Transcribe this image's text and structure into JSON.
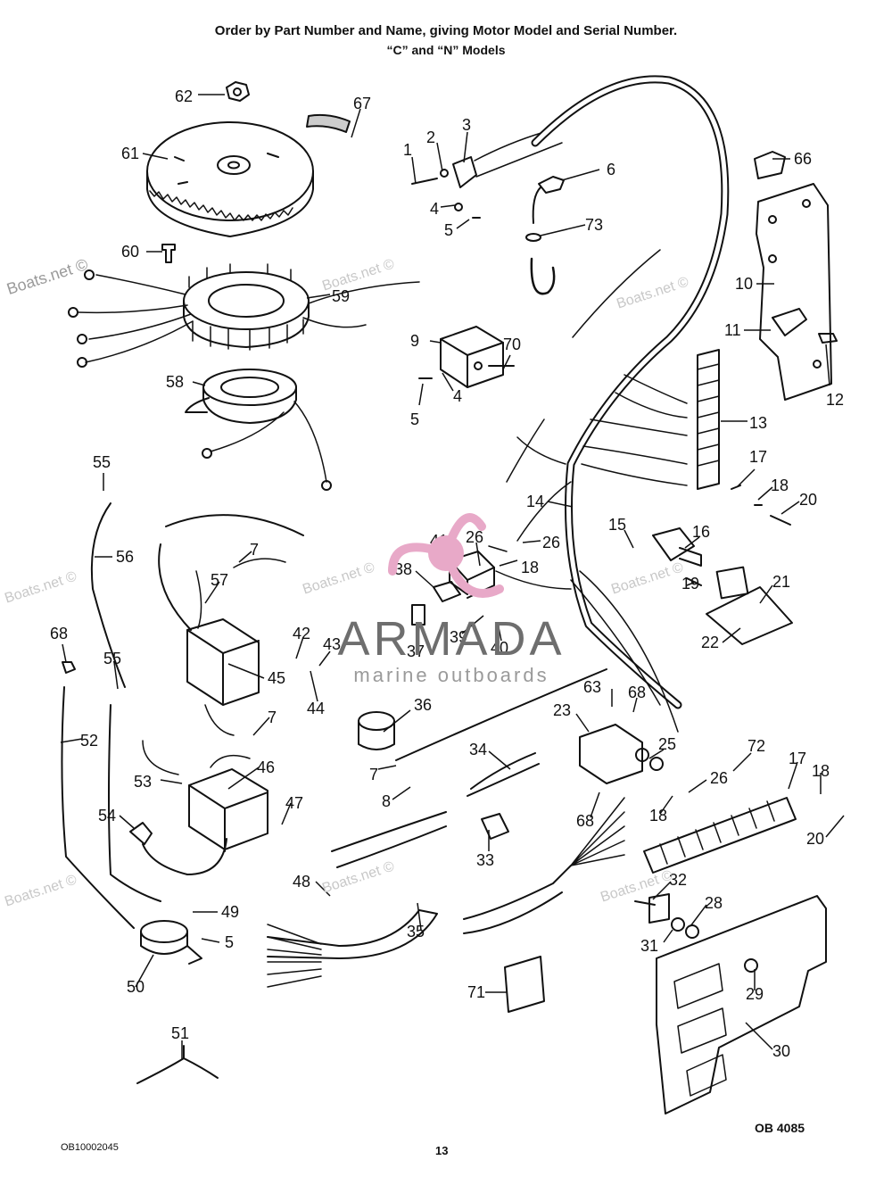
{
  "header": {
    "line1": "Order by Part Number and Name, giving Motor Model and Serial Number.",
    "line2": "“C” and “N” Models"
  },
  "footer": {
    "doc_code": "OB10002045",
    "page_number": "13",
    "figure_code": "OB 4085"
  },
  "watermark": {
    "site": "Boats.net ©",
    "brand_name": "ARMADA",
    "brand_tagline": "marine outboards",
    "brand_color": "#e8a9c8"
  },
  "parts": {
    "p1": "1",
    "p2": "2",
    "p3": "3",
    "p4a": "4",
    "p5a": "5",
    "p6": "6",
    "p73": "73",
    "p66": "66",
    "p10": "10",
    "p11": "11",
    "p12": "12",
    "p62": "62",
    "p67": "67",
    "p61": "61",
    "p60": "60",
    "p59": "59",
    "p58": "58",
    "p9": "9",
    "p70": "70",
    "p4b": "4",
    "p5b": "5",
    "p13": "13",
    "p17a": "17",
    "p18a": "18",
    "p20a": "20",
    "p14": "14",
    "p55a": "55",
    "p56": "56",
    "p7a": "7",
    "p57": "57",
    "p41": "41",
    "p26a": "26",
    "p26b": "26",
    "p18b": "18",
    "p38": "38",
    "p15": "15",
    "p16": "16",
    "p19": "19",
    "p21": "21",
    "p22": "22",
    "p68a": "68",
    "p55b": "55",
    "p42": "42",
    "p43": "43",
    "p45": "45",
    "p44": "44",
    "p37": "37",
    "p39": "39",
    "p40": "40",
    "p52": "52",
    "p7b": "7",
    "p36": "36",
    "p63": "63",
    "p68b": "68",
    "p23": "23",
    "p25": "25",
    "p72": "72",
    "p17b": "17",
    "p18c": "18",
    "p53": "53",
    "p46": "46",
    "p7c": "7",
    "p8": "8",
    "p34": "34",
    "p26c": "26",
    "p18d": "18",
    "p47": "47",
    "p54": "54",
    "p68c": "68",
    "p20b": "20",
    "p33": "33",
    "p48": "48",
    "p32": "32",
    "p49": "49",
    "p35": "35",
    "p28": "28",
    "p5c": "5",
    "p31": "31",
    "p50": "50",
    "p29": "29",
    "p71": "71",
    "p30": "30",
    "p51": "51"
  }
}
